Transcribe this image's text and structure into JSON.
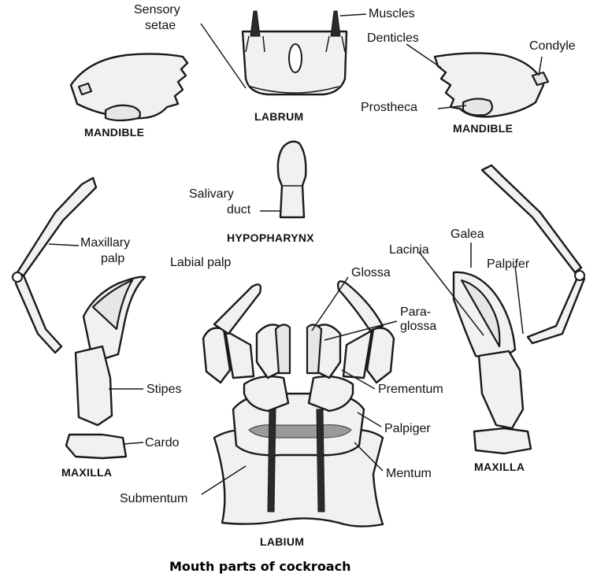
{
  "title": "Mouth parts of cockroach",
  "parts": {
    "labrum": "LABRUM",
    "mandible_left": "MANDIBLE",
    "mandible_right": "MANDIBLE",
    "hypopharynx": "HYPOPHARYNX",
    "maxilla_left": "MAXILLA",
    "maxilla_right": "MAXILLA",
    "labium": "LABIUM"
  },
  "labels": {
    "sensory_setae_1": "Sensory",
    "sensory_setae_2": "setae",
    "muscles": "Muscles",
    "denticles": "Denticles",
    "condyle": "Condyle",
    "prostheca": "Prostheca",
    "salivary_duct_1": "Salivary",
    "salivary_duct_2": "duct",
    "maxillary_palp_1": "Maxillary",
    "maxillary_palp_2": "palp",
    "labial_palp": "Labial palp",
    "galea": "Galea",
    "lacinia": "Lacinia",
    "palpifer": "Palpifer",
    "glossa": "Glossa",
    "paraglossa_1": "Para-",
    "paraglossa_2": "glossa",
    "prementum": "Prementum",
    "stipes": "Stipes",
    "palpiger": "Palpiger",
    "cardo": "Cardo",
    "mentum": "Mentum",
    "submentum": "Submentum"
  }
}
